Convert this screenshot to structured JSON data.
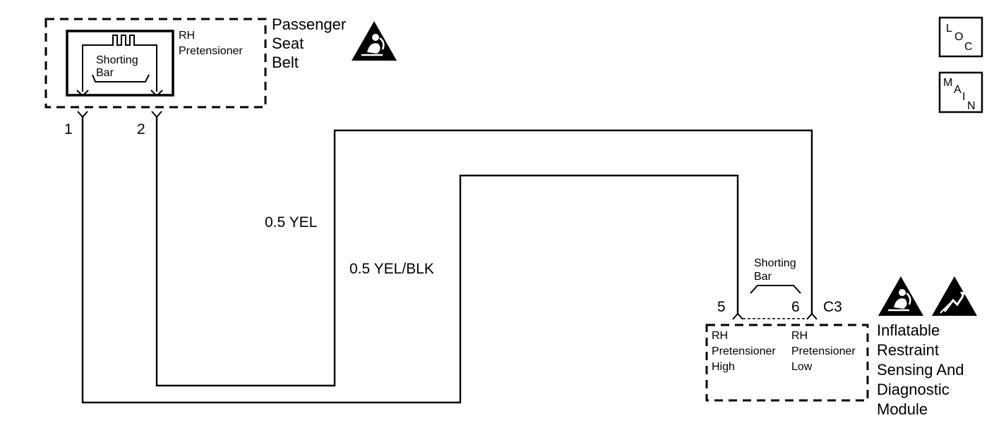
{
  "passenger_component": {
    "label_lines": [
      "Passenger",
      "Seat",
      "Belt"
    ],
    "inner_label_lines": [
      "RH",
      "Pretensioner"
    ],
    "shorting_bar_lines": [
      "Shorting",
      "Bar"
    ],
    "pins": [
      "1",
      "2"
    ]
  },
  "wires": {
    "yellow": "0.5 YEL",
    "yellow_black": "0.5 YEL/BLK"
  },
  "module": {
    "label_lines": [
      "Inflatable",
      "Restraint",
      "Sensing And",
      "Diagnostic",
      "Module"
    ],
    "connector": "C3",
    "pins": [
      "5",
      "6"
    ],
    "shorting_bar_lines": [
      "Shorting",
      "Bar"
    ],
    "pin5_label_lines": [
      "RH",
      "Pretensioner",
      "High"
    ],
    "pin6_label_lines": [
      "RH",
      "Pretensioner",
      "Low"
    ]
  },
  "nav": {
    "loc_letters": [
      "L",
      "O",
      "C"
    ],
    "main_letters": [
      "M",
      "A",
      "I",
      "N"
    ]
  },
  "icons": {
    "airbag_warning": "airbag-warning-icon",
    "esd_warning": "esd-warning-icon"
  }
}
